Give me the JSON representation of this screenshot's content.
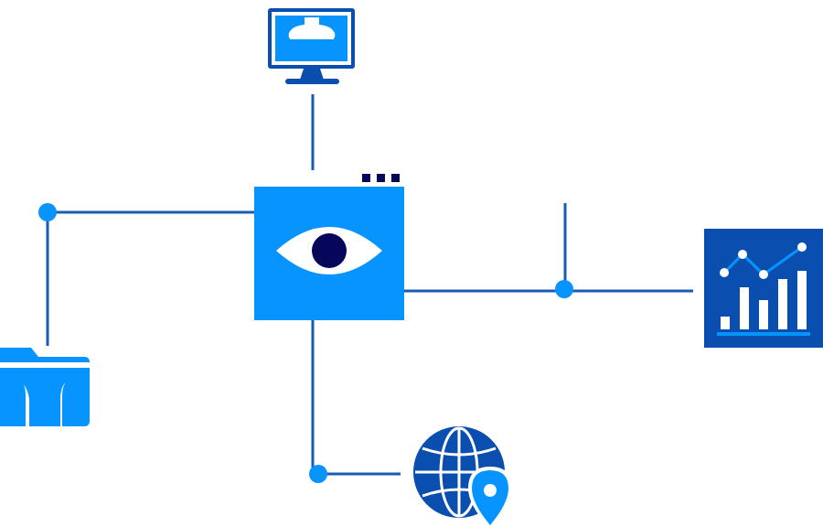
{
  "diagram": {
    "nodes": [
      {
        "id": "hub",
        "icon": "eye-icon",
        "role": "center"
      },
      {
        "id": "monitor",
        "icon": "monitor-icon"
      },
      {
        "id": "folder",
        "icon": "folder-icon"
      },
      {
        "id": "analytics",
        "icon": "analytics-chart-icon"
      },
      {
        "id": "globe",
        "icon": "globe-location-icon"
      }
    ],
    "edges": [
      {
        "from": "hub",
        "to": "monitor"
      },
      {
        "from": "hub",
        "to": "folder"
      },
      {
        "from": "hub",
        "to": "analytics"
      },
      {
        "from": "hub",
        "to": "globe"
      }
    ]
  },
  "colors": {
    "primary_blue": "#0894FF",
    "dark_blue": "#0A4FB0",
    "navy": "#06065A",
    "line_blue": "#1A5BB5",
    "white": "#FFFFFF"
  }
}
